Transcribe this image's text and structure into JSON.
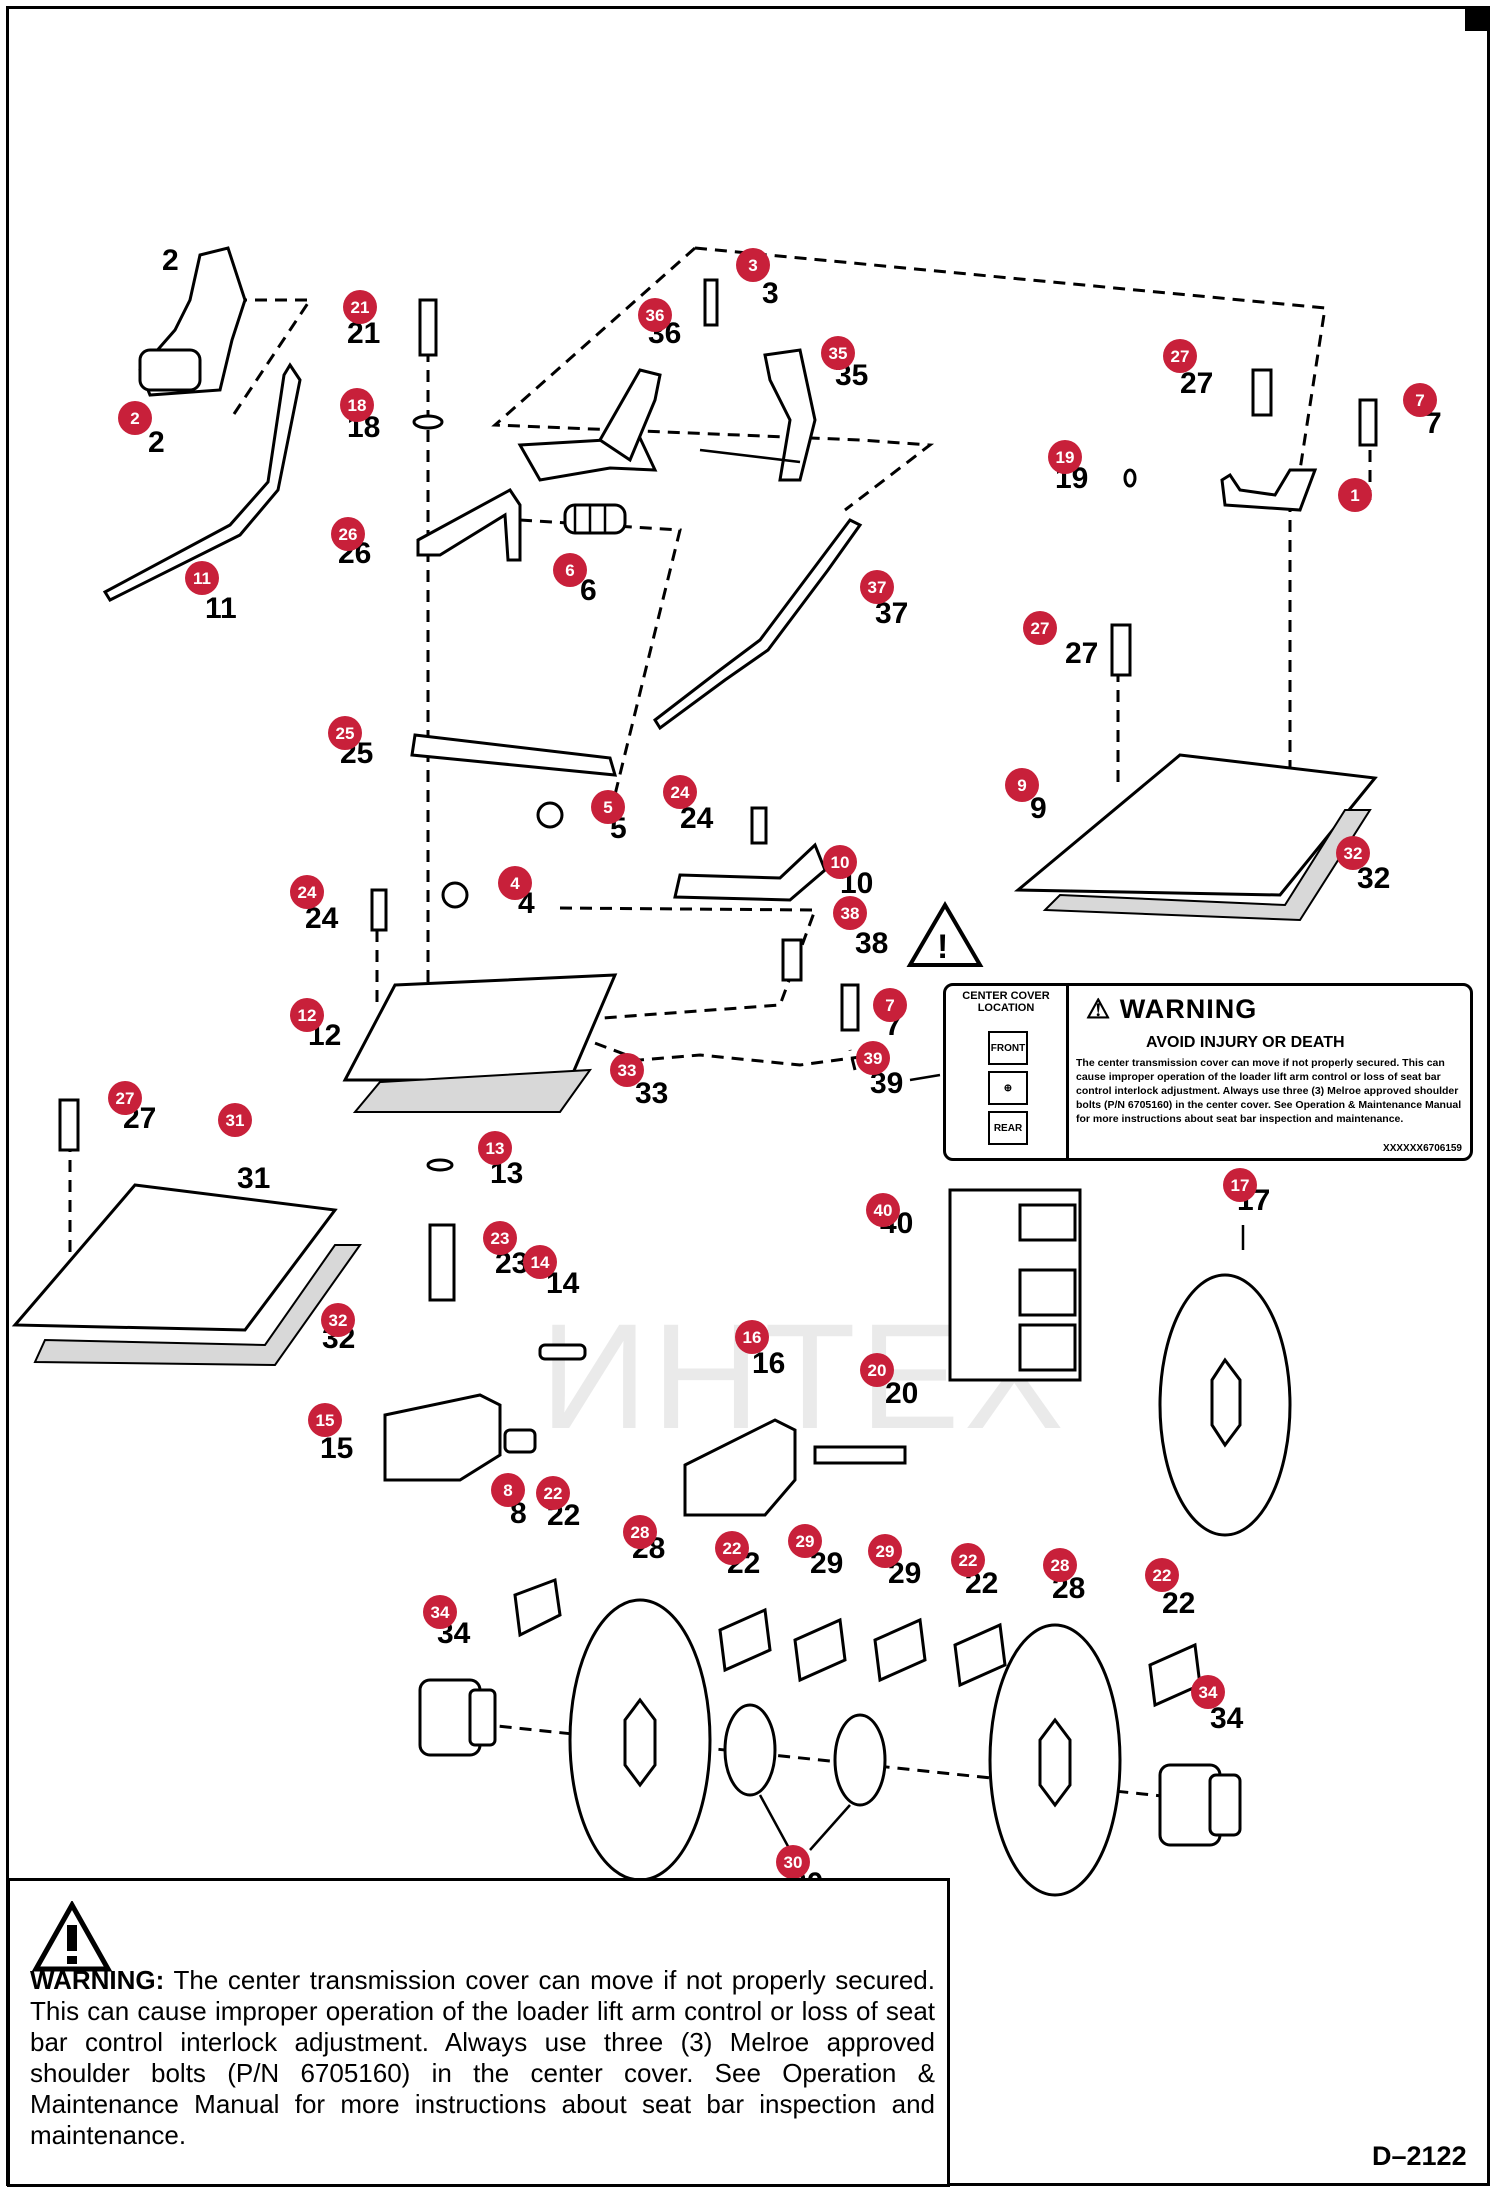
{
  "decal": {
    "left_title": "CENTER COVER LOCATION",
    "front": "FRONT",
    "rear": "REAR",
    "heading": "WARNING",
    "subheading": "AVOID INJURY OR DEATH",
    "body": "The center transmission cover can move if not properly secured. This can cause improper operation of the loader lift arm control or loss of seat bar control interlock adjustment. Always use three (3) Melroe approved shoulder bolts (P/N 6705160) in the center cover. See Operation & Maintenance Manual for more instructions about seat bar inspection and maintenance.",
    "code": "XXXXXX6706159"
  },
  "warning_box": {
    "label": "WARNING:",
    "text": "The center transmission cover can move if not properly secured. This can cause improper operation of the loader lift arm control or loss of seat bar control interlock adjustment. Always use three (3) Melroe approved shoulder bolts (P/N 6705160) in the center cover. See Operation & Maintenance Manual for more instructions about seat bar inspection and maintenance."
  },
  "drawing_number": "D–2122",
  "watermark": "ИНТЕХ",
  "callouts": [
    "1",
    "2",
    "3",
    "4",
    "5",
    "6",
    "7",
    "8",
    "9",
    "10",
    "11",
    "12",
    "13",
    "14",
    "15",
    "16",
    "17",
    "18",
    "19",
    "20",
    "21",
    "22",
    "23",
    "24",
    "25",
    "26",
    "27",
    "28",
    "29",
    "30",
    "31",
    "32",
    "33",
    "34",
    "35",
    "36",
    "37",
    "38",
    "39",
    "40"
  ],
  "colors": {
    "badge": "#c8203a",
    "line": "#000000",
    "background": "#ffffff"
  }
}
